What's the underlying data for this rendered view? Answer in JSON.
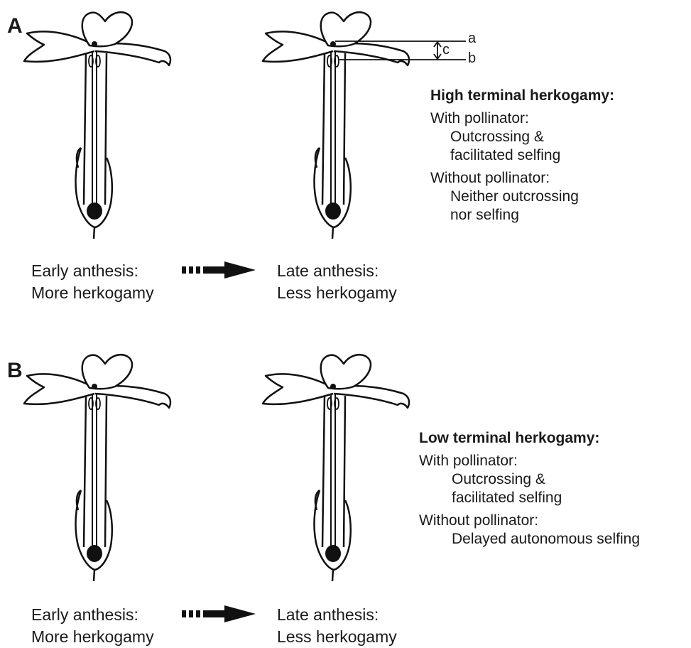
{
  "panels": [
    {
      "label": "A",
      "early": {
        "line1": "Early anthesis:",
        "line2": "More herkogamy"
      },
      "late": {
        "line1": "Late anthesis:",
        "line2": "Less herkogamy"
      },
      "legend": {
        "heading": "High terminal herkogamy:",
        "with_label": "With pollinator:",
        "with_outcome": [
          "Outcrossing &",
          "facilitated selfing"
        ],
        "without_label": "Without pollinator:",
        "without_outcome": [
          "Neither outcrossing",
          "nor selfing"
        ]
      }
    },
    {
      "label": "B",
      "early": {
        "line1": "Early anthesis:",
        "line2": "More herkogamy"
      },
      "late": {
        "line1": "Late anthesis:",
        "line2": "Less herkogamy"
      },
      "legend": {
        "heading": "Low terminal herkogamy:",
        "with_label": "With pollinator:",
        "with_outcome": [
          "Outcrossing &",
          "facilitated selfing"
        ],
        "without_label": "Without pollinator:",
        "without_outcome": [
          "Delayed autonomous selfing"
        ]
      }
    }
  ],
  "markers": {
    "a": "a",
    "b": "b",
    "c": "c"
  }
}
